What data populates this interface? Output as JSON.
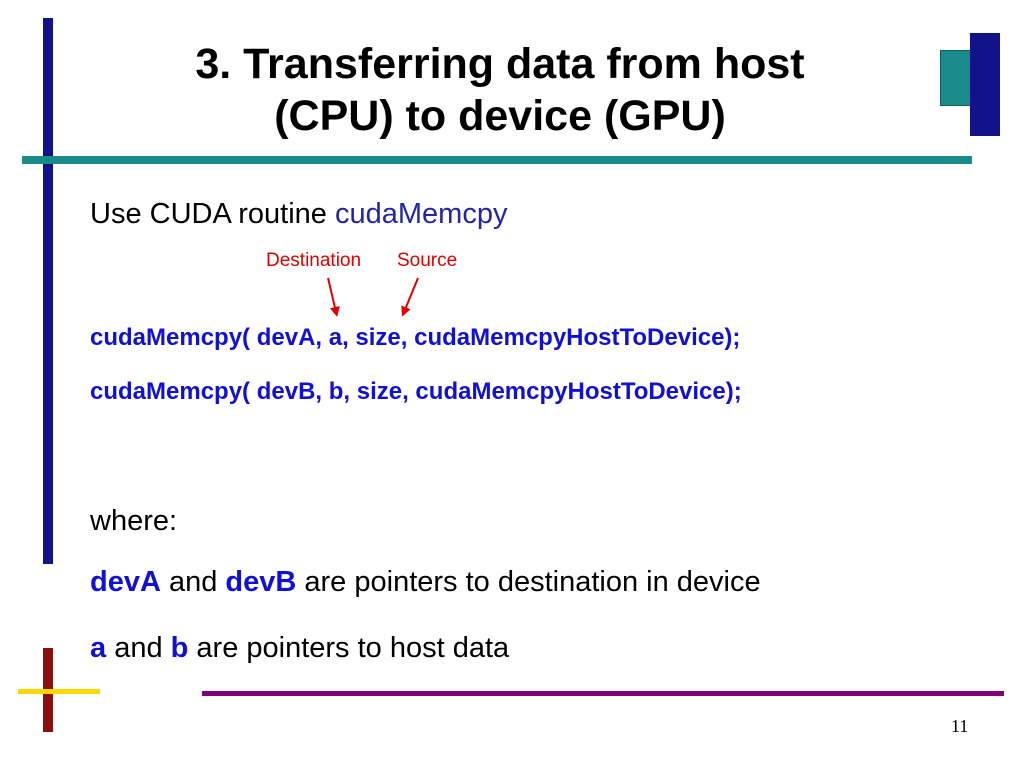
{
  "slide": {
    "title_line1": "3. Transferring data from host",
    "title_line2": "(CPU) to device (GPU)",
    "intro_prefix": "Use CUDA routine ",
    "intro_routine": "cudaMemcpy",
    "label_destination": "Destination",
    "label_source": "Source",
    "code_line1": "cudaMemcpy( devA, a, size, cudaMemcpyHostToDevice);",
    "code_line2": "cudaMemcpy( devB, b, size, cudaMemcpyHostToDevice);",
    "where_label": "where:",
    "dev_line": {
      "var1": "devA",
      "conj": " and ",
      "var2": "devB",
      "rest": " are pointers to destination in device"
    },
    "host_line": {
      "var1": "a",
      "conj": " and ",
      "var2": "b",
      "rest": " are pointers to host data"
    },
    "page_number": "11"
  },
  "colors": {
    "navy": "#12128a",
    "teal": "#1a8a8a",
    "maroon": "#8a1010",
    "yellow": "#ffd700",
    "purple": "#800080",
    "code_blue": "#1010d8",
    "annotation_red": "#e00000"
  }
}
